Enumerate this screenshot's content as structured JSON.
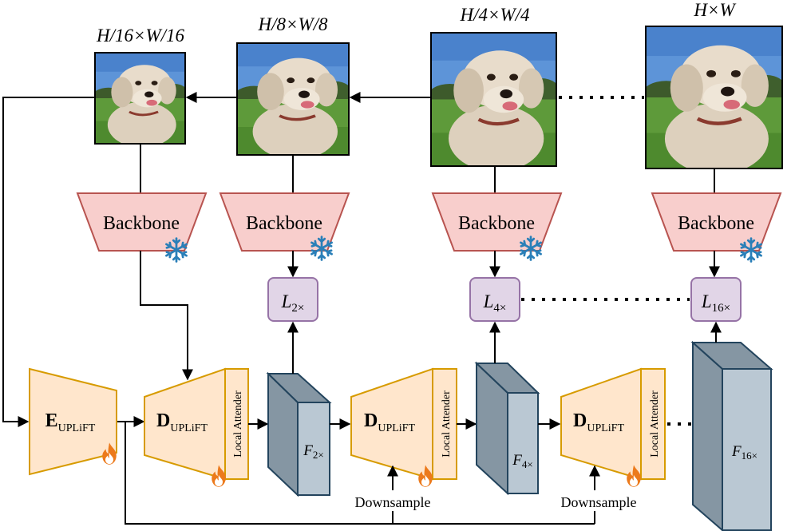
{
  "resolutions": [
    {
      "id": "r16",
      "label": "H/16×W/16"
    },
    {
      "id": "r8",
      "label": "H/8×W/8"
    },
    {
      "id": "r4",
      "label": "H/4×W/4"
    },
    {
      "id": "full",
      "label": "H×W"
    }
  ],
  "backbone": {
    "label": "Backbone"
  },
  "losses": [
    {
      "id": "l2",
      "base": "L",
      "sub": "2×"
    },
    {
      "id": "l4",
      "base": "L",
      "sub": "4×"
    },
    {
      "id": "l16",
      "base": "L",
      "sub": "16×"
    }
  ],
  "encoder": {
    "base": "E",
    "sub": "UPLiFT"
  },
  "decoder": {
    "base": "D",
    "sub": "UPLiFT",
    "attender": "Local Attender"
  },
  "features": [
    {
      "id": "f2",
      "base": "F",
      "sub": "2×"
    },
    {
      "id": "f4",
      "base": "F",
      "sub": "4×"
    },
    {
      "id": "f16",
      "base": "F",
      "sub": "16×"
    }
  ],
  "downsample": {
    "label": "Downsample"
  },
  "icons": {
    "frozen": "snowflake-icon",
    "trainable": "flame-icon"
  },
  "colors": {
    "backbone_fill": "#f8cecc",
    "backbone_stroke": "#b85450",
    "loss_fill": "#e1d5e7",
    "loss_stroke": "#9673a6",
    "module_fill": "#ffe6cc",
    "module_stroke": "#d79b00",
    "feature_front": "#bac8d3",
    "feature_side": "#8596a3",
    "feature_stroke": "#23445d",
    "snowflake": "#2a7fb8",
    "flame": "#ec7a1c"
  }
}
